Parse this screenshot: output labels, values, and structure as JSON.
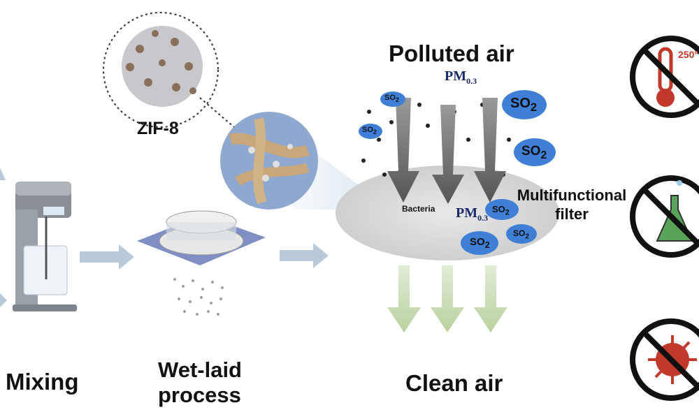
{
  "labels": {
    "mixing": "Mixing",
    "wet_laid_line1": "Wet-laid",
    "wet_laid_line2": "process",
    "zif": "ZIF-8",
    "polluted_air": "Polluted air",
    "clean_air": "Clean air",
    "multifunctional_line1": "Multifunctional",
    "multifunctional_line2": "filter",
    "bacteria": "Bacteria",
    "temperature": "250°"
  },
  "pollutants": {
    "pm_main": "PM",
    "pm_sub": "0.3",
    "so2_main": "SO",
    "so2_sub": "2"
  },
  "colors": {
    "arrow_gray": "#6f6f6f",
    "arrow_green": "#c9dbb5",
    "process_arrow": "#b9c9da",
    "cloud_blue": "#3f7fd6",
    "prohibit_red": "#111111",
    "thermo_red": "#c0392b",
    "flask_green": "#5aa35a",
    "bacteria_red": "#c0392b",
    "filter_gray": "#dcdcdc",
    "fiber_tan": "#b8a07a"
  },
  "icons": [
    "no-high-temperature-icon",
    "no-chemical-icon",
    "no-bacteria-icon"
  ]
}
